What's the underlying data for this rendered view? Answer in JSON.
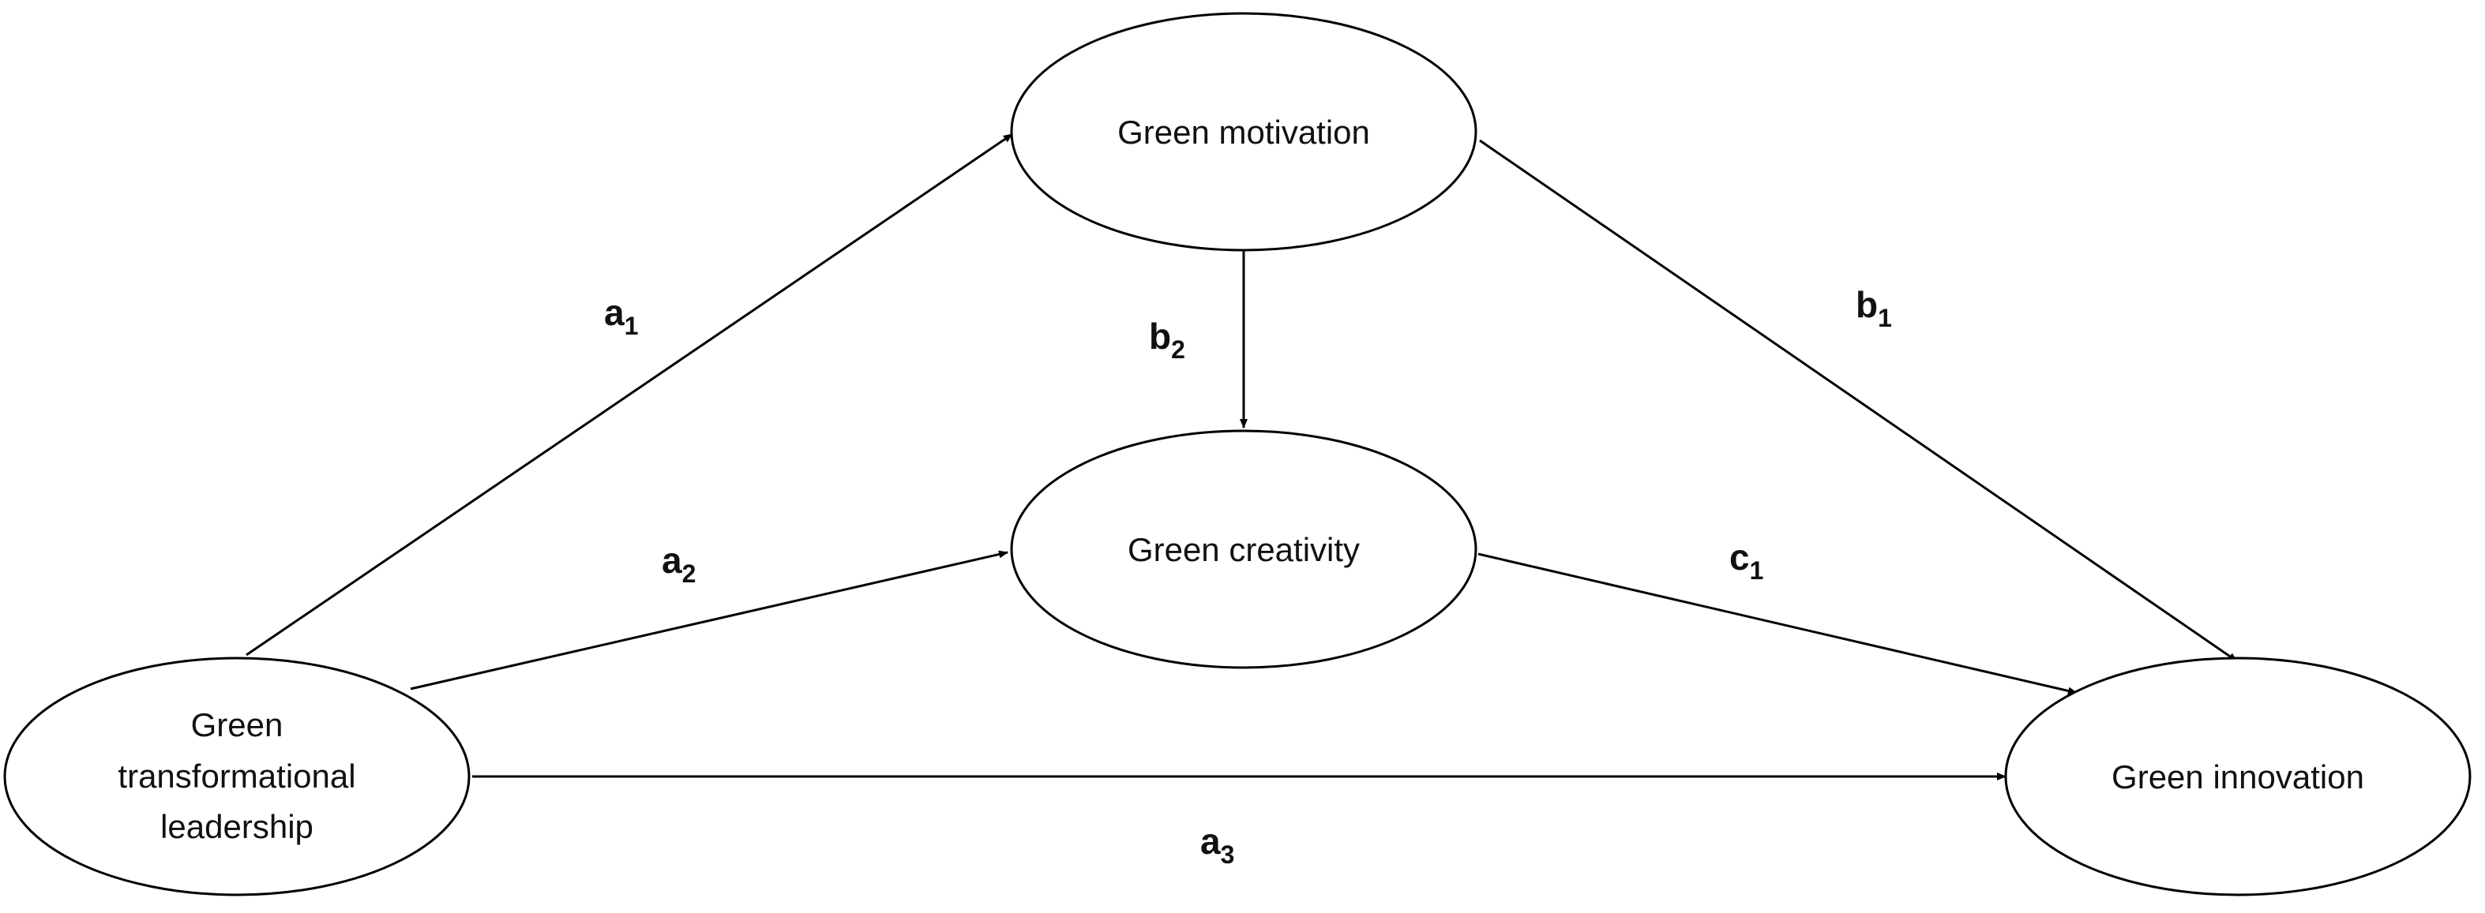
{
  "nodes": {
    "motivation": {
      "label": "Green motivation"
    },
    "creativity": {
      "label": "Green creativity"
    },
    "leadership": {
      "lines": [
        "Green",
        "transformational",
        "leadership"
      ]
    },
    "innovation": {
      "label": "Green innovation"
    }
  },
  "paths": {
    "a1": {
      "main": "a",
      "sub": "1"
    },
    "a2": {
      "main": "a",
      "sub": "2"
    },
    "a3": {
      "main": "a",
      "sub": "3"
    },
    "b1": {
      "main": "b",
      "sub": "1"
    },
    "b2": {
      "main": "b",
      "sub": "2"
    },
    "c1": {
      "main": "c",
      "sub": "1"
    }
  },
  "colors": {
    "stroke": "#000000",
    "text": "#111111",
    "background": "#ffffff"
  }
}
